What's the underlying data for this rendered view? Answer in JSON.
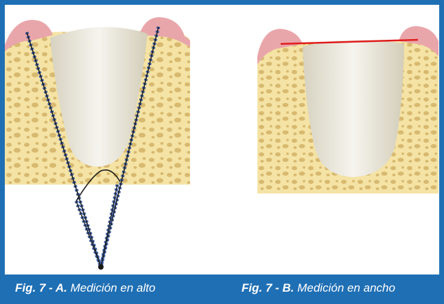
{
  "colors": {
    "frame": "#1f6fb4",
    "bone": "#f4e3a4",
    "bone_spots": "#d8b970",
    "gum": "#e9a6aa",
    "socket": "#ece8dc",
    "measure_line_a": "#3b5ea8",
    "measure_line_b": "#e01b1b"
  },
  "captions": {
    "a": {
      "fig": "Fig. 7 - A.",
      "desc": "Medición en alto"
    },
    "b": {
      "fig": "Fig. 7 - B.",
      "desc": "Medición en ancho"
    }
  }
}
